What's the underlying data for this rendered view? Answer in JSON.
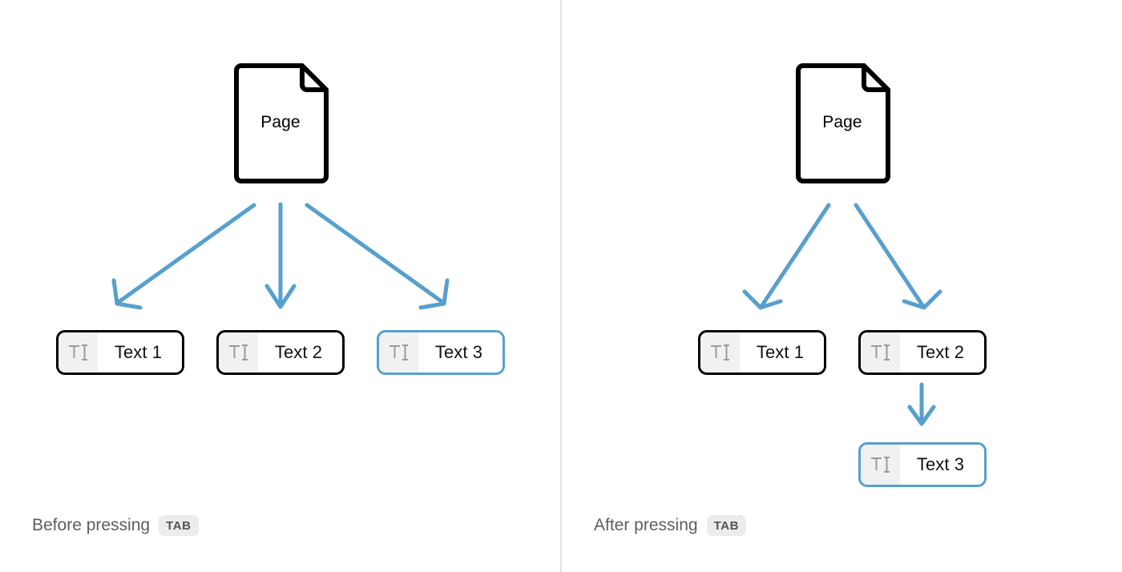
{
  "colors": {
    "arrow_blue": "#56a0ce",
    "focus_blue": "#56a0ce",
    "node_border": "#000000",
    "icon_bg": "#f1f1f1",
    "divider": "#e2e3e5",
    "caption_text": "#5d5d5d",
    "kbd_bg": "#ececec",
    "kbd_text": "#555555"
  },
  "panels": [
    {
      "id": "before",
      "caption": {
        "text": "Before pressing",
        "key": "TAB"
      },
      "page": {
        "label": "Page"
      },
      "nodes": [
        {
          "id": "text-1",
          "label": "Text 1",
          "icon": "text-cursor-icon",
          "focused": false
        },
        {
          "id": "text-2",
          "label": "Text 2",
          "icon": "text-cursor-icon",
          "focused": false
        },
        {
          "id": "text-3",
          "label": "Text 3",
          "icon": "text-cursor-icon",
          "focused": true
        }
      ]
    },
    {
      "id": "after",
      "caption": {
        "text": "After pressing",
        "key": "TAB"
      },
      "page": {
        "label": "Page"
      },
      "nodes": [
        {
          "id": "text-1",
          "label": "Text 1",
          "icon": "text-cursor-icon",
          "focused": false
        },
        {
          "id": "text-2",
          "label": "Text 2",
          "icon": "text-cursor-icon",
          "focused": false
        },
        {
          "id": "text-3",
          "label": "Text 3",
          "icon": "text-cursor-icon",
          "focused": true
        }
      ]
    }
  ]
}
